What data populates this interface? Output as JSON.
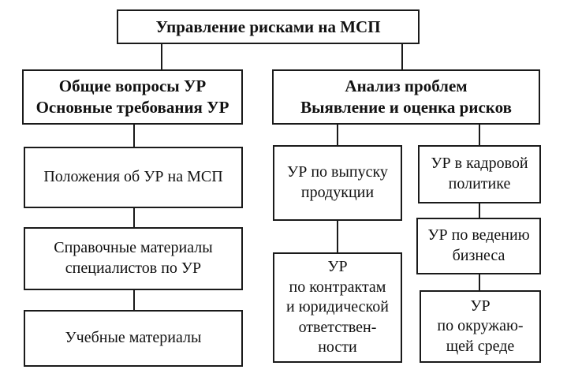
{
  "diagram": {
    "root": "Управление рисками на МСП",
    "general": {
      "title": "Общие вопросы УР\nОсновные требования УР",
      "items": [
        "Положения об УР на МСП",
        "Справочные материалы\nспециалистов  по УР",
        "Учебные материалы"
      ]
    },
    "analysis": {
      "title": "Анализ проблем\nВыявление и оценка рисков",
      "col1": [
        "УР по выпуску\nпродукции",
        "УР\nпо контрактам\nи юридической\nответствен-\nности"
      ],
      "col2": [
        "УР в кадровой\nполитике",
        "УР по ведению\nбизнеса",
        "УР\nпо окружаю-\nщей среде"
      ]
    }
  }
}
